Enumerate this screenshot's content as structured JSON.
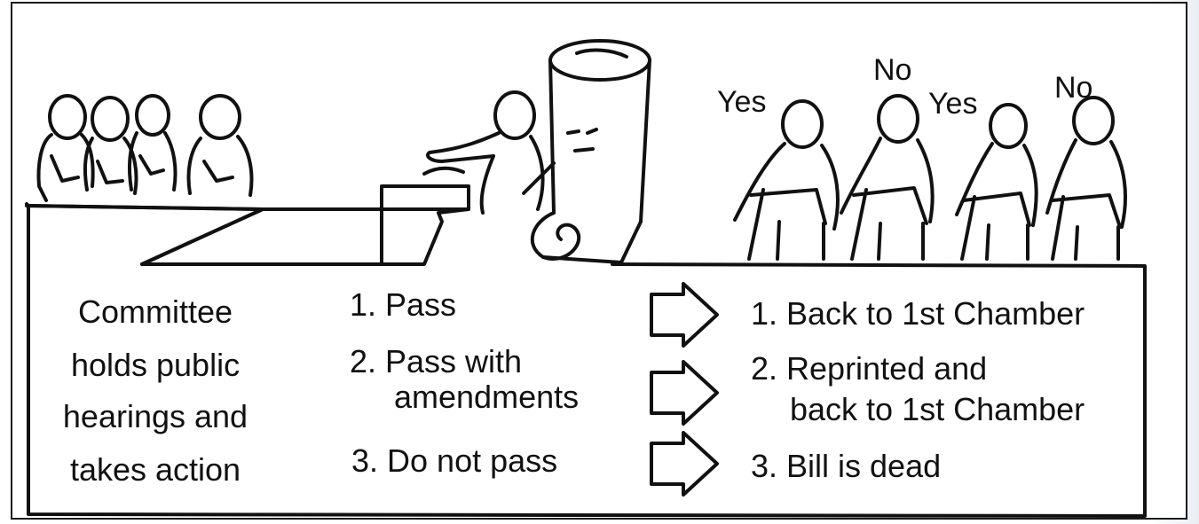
{
  "votes": {
    "v1": "Yes",
    "v2": "No",
    "v3": "Yes",
    "v4": "No"
  },
  "committee": {
    "line1": "Committee",
    "line2": "holds public",
    "line3": "hearings and",
    "line4": "takes action"
  },
  "actions": {
    "a1": "1. Pass",
    "a2_line1": "2. Pass with",
    "a2_line2": "amendments",
    "a3": "3. Do not pass"
  },
  "outcomes": {
    "o1": "1. Back to 1st Chamber",
    "o2_line1": "2. Reprinted and",
    "o2_line2": "back to 1st Chamber",
    "o3": "3. Bill is dead"
  },
  "icons": {
    "committee": "committee-members-icon",
    "speaker": "speaker-at-podium-icon",
    "bill": "bill-scroll-icon",
    "voters": "voting-members-icon",
    "arrow": "right-arrow-icon"
  },
  "colors": {
    "ink": "#111111",
    "background": "#ffffff"
  }
}
